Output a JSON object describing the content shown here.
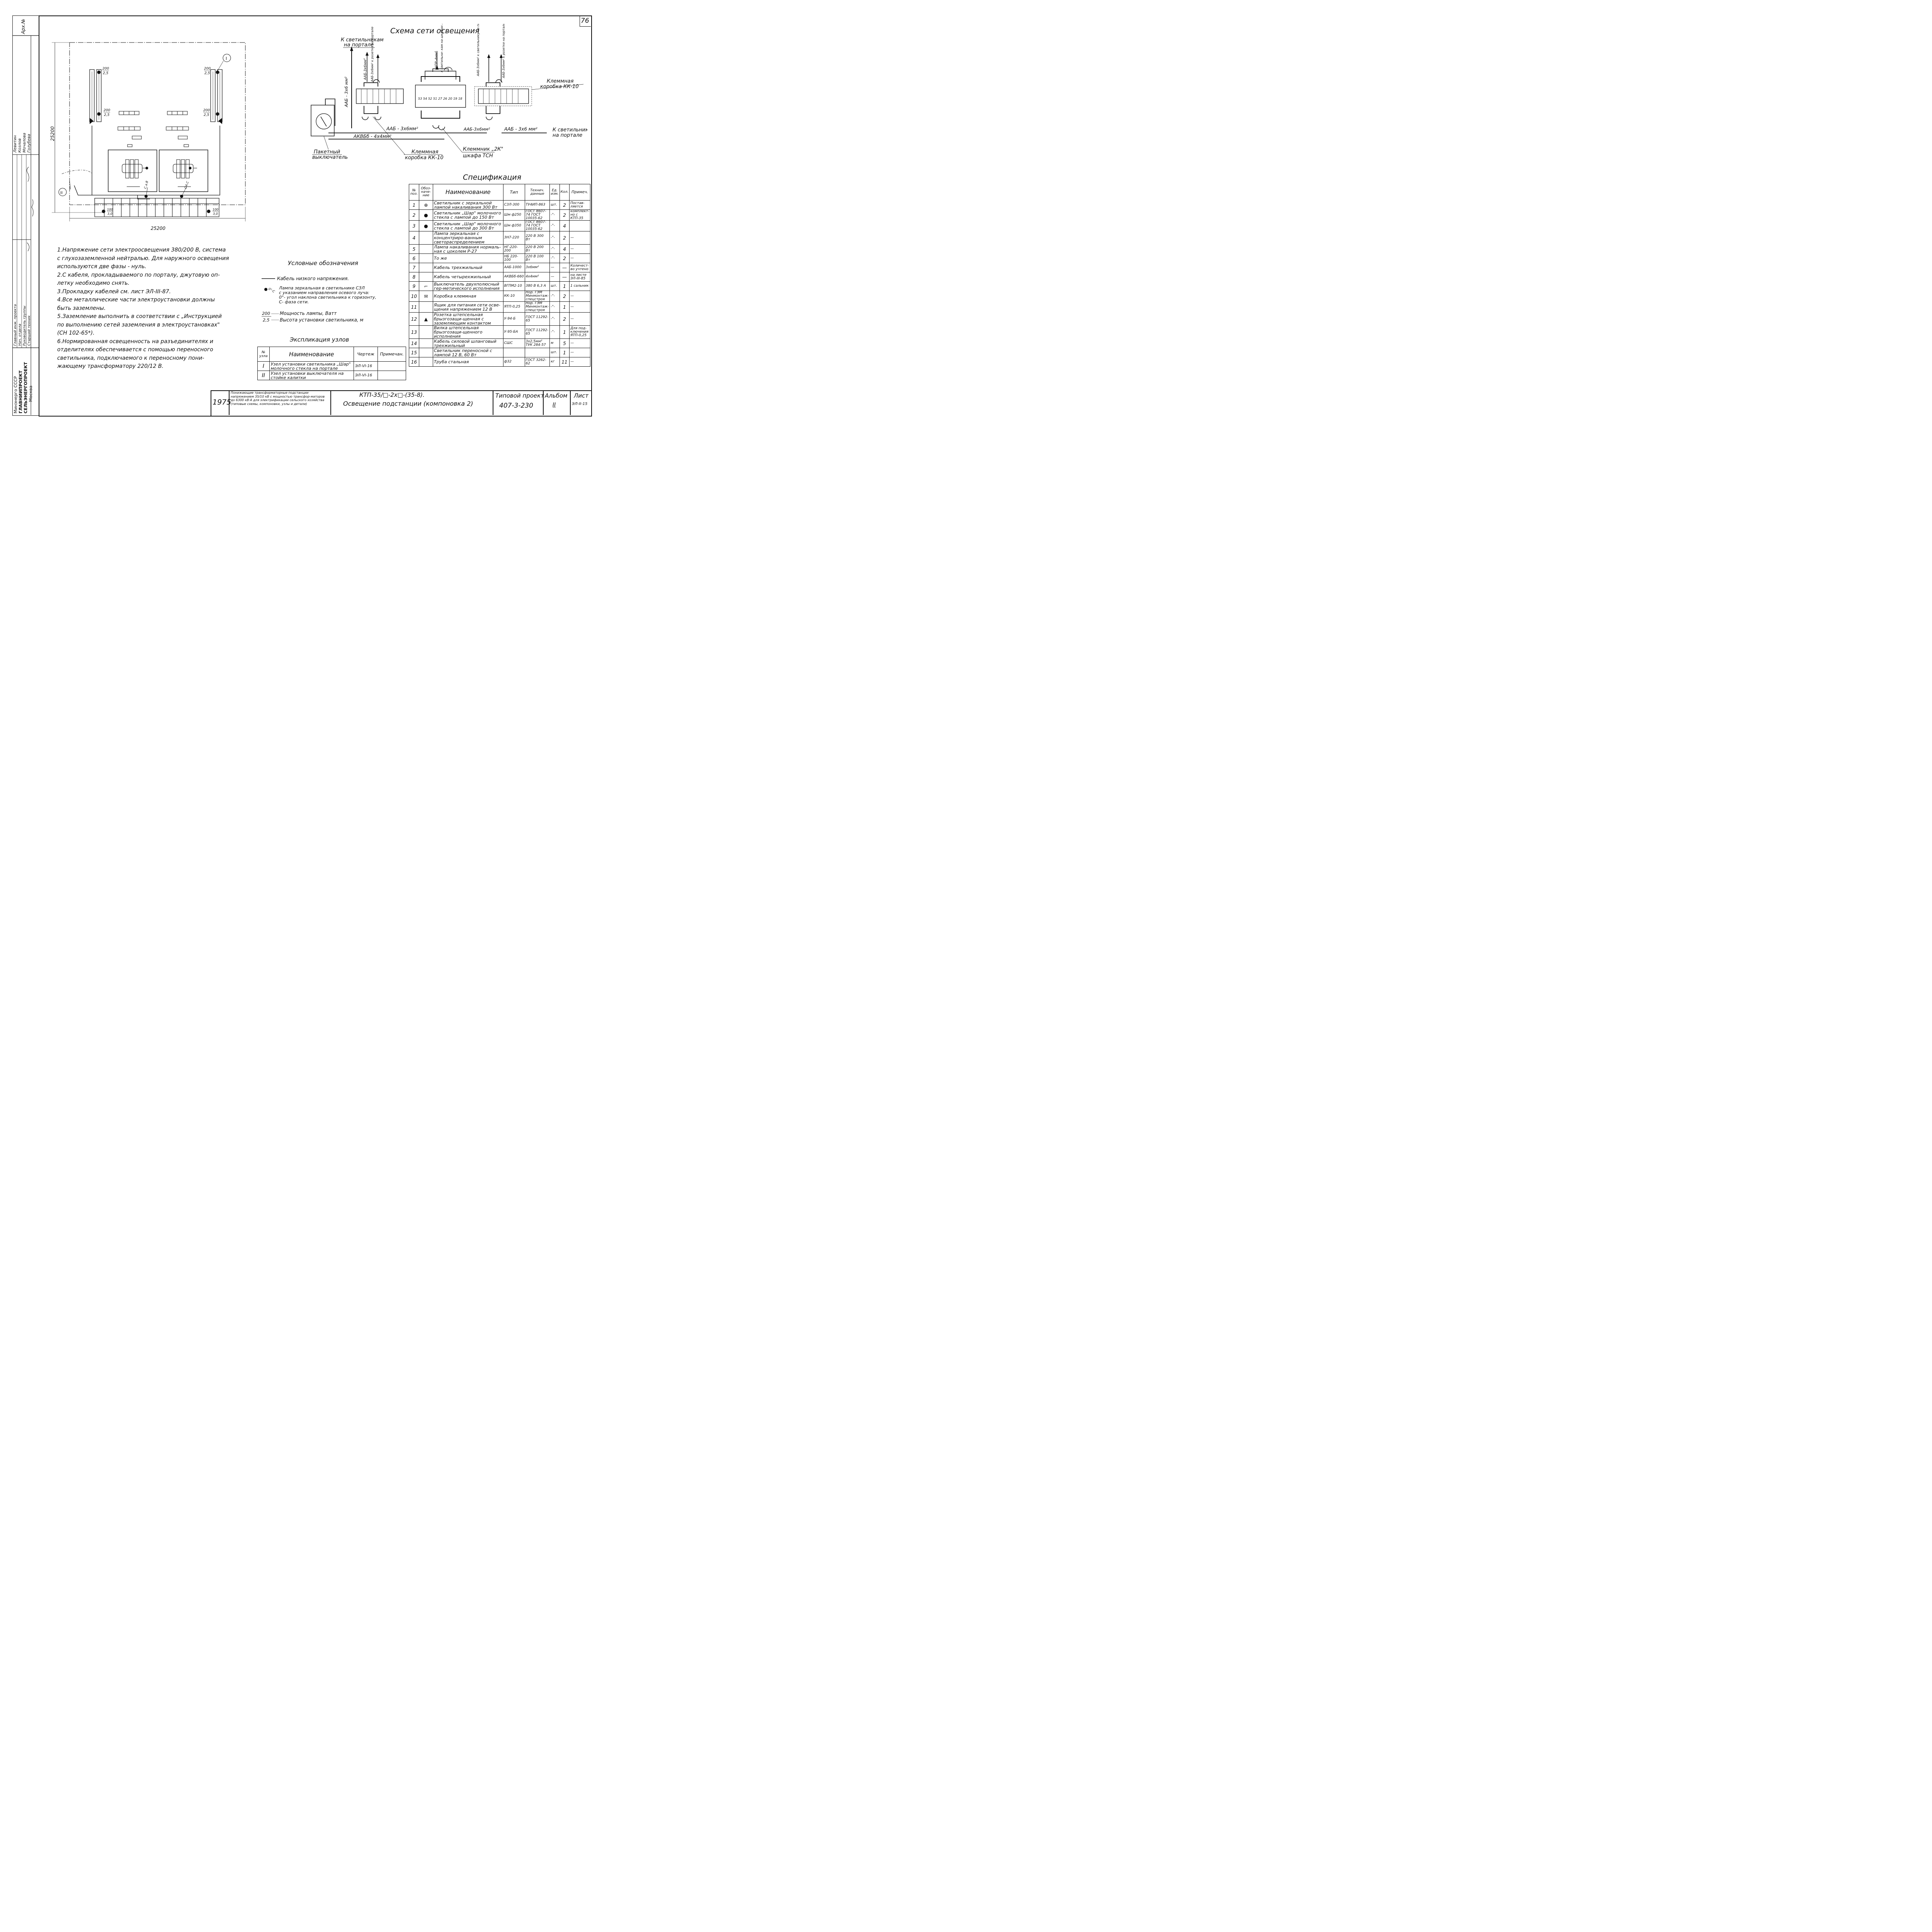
{
  "sheet_number": "76",
  "side_panel": {
    "archive_label": "Арх.№",
    "roles": [
      "Главный инж. проекта",
      "Нач. отдела",
      "Руководитель группы",
      "Старший техник"
    ],
    "names": [
      "Левитин",
      "Козлов",
      "Мочалова",
      "Голубева"
    ],
    "org": [
      "Минэнерго СССР",
      "ГЛАВНИИПРОЕКТ",
      "СЕЛЬЭНЕРГОПРОЕКТ",
      "Москва"
    ]
  },
  "plan": {
    "dim_horizontal": "25200",
    "dim_vertical": "25200",
    "node_1": "I",
    "node_2": "II",
    "lamp_labels": [
      {
        "power": "200",
        "height": "2,5"
      },
      {
        "power": "200",
        "height": "2,5"
      },
      {
        "power": "200",
        "height": "2,5"
      },
      {
        "power": "200",
        "height": "2,5"
      },
      {
        "power": "100",
        "height": "3,0"
      },
      {
        "power": "100",
        "height": "3,0"
      }
    ],
    "phase_marks": [
      "С.а.В",
      "ОА.С"
    ]
  },
  "notes": [
    "1.Напряжение сети электроосвещения 380/200 В, система",
    "с глухозаземленной нейтралью. Для наружного освещения",
    "используются две фазы - нуль.",
    "2.С кабеля, прокладываемого по порталу, джутовую оп-",
    "летку необходимо снять.",
    "3.Прокладку кабелей см. лист ЭЛ-III-87.",
    "4.Все металлические части электроустановки должны",
    "быть заземлены.",
    "5.Заземление выполнить в соответствии с „Инструкцией",
    "по выполнению сетей заземления в электроустановках\"",
    "(СН 102-65*).",
    "6.Нормированная освещенность на разъединителях и",
    "отделителях обеспечивается с помощью переносного",
    "светильника, подключаемого к переносному пони-",
    "жающему трансформатору 220/12 В."
  ],
  "scheme": {
    "title": "Схема сети освещения",
    "left_top_label": [
      "К светильникам",
      "на портале"
    ],
    "right_label": [
      "К светильнику",
      "на портале"
    ],
    "terminal_box_label": [
      "Клеммная",
      "коробка КК-10"
    ],
    "packet_switch_label": [
      "Пакетный",
      "выключатель"
    ],
    "box_kk10_label": [
      "Клеммная",
      "коробка КК-10"
    ],
    "clamp_2k_label": [
      "Клеммник „2К\"",
      "шкафа ТСН"
    ],
    "cable_main": "ААБ - 3x6 мм²",
    "cable_akvbb": "АКВБб - 4x4мм²",
    "cable_aab_mid": "ААБ - 3x6мм²",
    "cable_aab_small": "ААБ-3x6мм²",
    "cable_aab_right": "ААБ - 3x6 мм²",
    "vertical_labels": [
      "ААБ - 3x6 мм²",
      "ААБ-3x6мм²",
      "ААБ-3x6мм² к розетке на портале",
      "АПР-4мм²",
      "к светильни- кам на шкафах КРН-III-10",
      "ААБ-3x6мм² к светильнику на портале",
      "ААБ-3x6мм² к розетке на портале"
    ],
    "terminal_numbers": [
      "53",
      "54",
      "52",
      "51",
      "27",
      "26",
      "20",
      "19",
      "18"
    ]
  },
  "legend": {
    "title": "Условные обозначения",
    "cable_item": "Кабель низкого напряжения.",
    "lamp_item": [
      "Лампа зеркальная в светильнике СЗЛ",
      "с указанием направления осевого луча:",
      "0°- угол наклона светильника к горизонту,",
      "С- фаза сети."
    ],
    "lamp_symbol_text": "0°-С",
    "power_value": "200",
    "height_value": "2,5",
    "power_item": "Мощность лампы, Ватт",
    "height_item": "Высота установки светильника, м"
  },
  "nodes_table": {
    "title": "Экспликация узлов",
    "headers": [
      "№ узла",
      "Наименование",
      "Чертеж",
      "Примечан."
    ],
    "rows": [
      {
        "n": "I",
        "name": "Узел установки светильника „Шар\" молочного стекла на портале",
        "drawing": "ЭЛ-VI-16",
        "note": ""
      },
      {
        "n": "II",
        "name": "Узел установки выключателя на стойке калитки",
        "drawing": "ЭЛ-VI-16",
        "note": ""
      }
    ]
  },
  "spec": {
    "title": "Спецификация",
    "headers": [
      "№ поз.",
      "Обоз-наче-ние",
      "Наименование",
      "Тип",
      "Технич. данные",
      "Ед. изм.",
      "Кол.",
      "Примеч."
    ],
    "rows": [
      {
        "n": "1",
        "sym": "⊕",
        "name": "Светильник с зеркальной лампой накаливания 300 Вт",
        "type": "СЗЛ-300",
        "data": "ТУ4ИП-863",
        "unit": "шт.",
        "qty": "2",
        "note": "Постав-ляется"
      },
      {
        "n": "2",
        "sym": "●",
        "name": "Светильник „Шар\" молочного стекла с лампой до 150 Вт",
        "type": "Шм ф250",
        "data": "ГОСТ 8607-74 ГОСТ 10035-62",
        "unit": "-\"-",
        "qty": "2",
        "note": "комплект-но с КТП-35"
      },
      {
        "n": "3",
        "sym": "●",
        "name": "Светильник „Шар\" молочного стекла с лампой до 300 Вт",
        "type": "Шм ф350",
        "data": "ГОСТ 8607-74 ГОСТ 10035-62",
        "unit": "-\"-",
        "qty": "4",
        "note": ""
      },
      {
        "n": "4",
        "sym": "",
        "name": "Лампа зеркальная с концентриро-ванным светораспределением",
        "type": "ЗН7-220",
        "data": "220 В 300 Вт",
        "unit": "-\"-",
        "qty": "2",
        "note": "—"
      },
      {
        "n": "5",
        "sym": "",
        "name": "Лампа накаливания нормаль-ная с цоколем Р-27",
        "type": "НГ-220-200",
        "data": "220 В 200 Вт",
        "unit": "-\"-",
        "qty": "4",
        "note": "—"
      },
      {
        "n": "6",
        "sym": "",
        "name": "То же",
        "type": "НБ 220-100",
        "data": "220 В 100 Вт",
        "unit": "-\"-",
        "qty": "2",
        "note": "—"
      },
      {
        "n": "7",
        "sym": "",
        "name": "Кабель трехжильный",
        "type": "ААБ-1000",
        "data": "3x6мм²",
        "unit": "—",
        "qty": "—",
        "note": "Количест-во учтено"
      },
      {
        "n": "8",
        "sym": "",
        "name": "Кабель четырехжильный",
        "type": "АКВБб-660",
        "data": "4x4мм²",
        "unit": "—",
        "qty": "—",
        "note": "на листе ЭЛ-III-85"
      },
      {
        "n": "9",
        "sym": "⌐",
        "name": "Выключатель двухполюсный гер-метического исполнения",
        "type": "ВГПМ2-10",
        "data": "380 В 6,3 А",
        "unit": "шт.",
        "qty": "1",
        "note": "1 сальник"
      },
      {
        "n": "10",
        "sym": "✉",
        "name": "Коробка клеммная",
        "type": "КК-10",
        "data": "Нор. ГЭМ Минмонтаж-спецстроя",
        "unit": "-\"-",
        "qty": "2",
        "note": "—"
      },
      {
        "n": "11",
        "sym": "",
        "name": "Ящик для питания сети осве-щения напряжением 12 В",
        "type": "ЯТП-0,25",
        "data": "Нор. ГЭМ Минмонтаж-спецстроя",
        "unit": "-\"-",
        "qty": "1",
        "note": "—"
      },
      {
        "n": "12",
        "sym": "▲",
        "name": "Розетка штепсельная брызгозащи-щенная с заземляющим контактом",
        "type": "У-94-Б",
        "data": "ГОСТ 11292-65",
        "unit": "-\"-",
        "qty": "2",
        "note": "—"
      },
      {
        "n": "13",
        "sym": "",
        "name": "Вилка штепсельная брызгозащи-щенного исполнения",
        "type": "У-95-БА",
        "data": "ГОСТ 11292-65",
        "unit": "-\"-",
        "qty": "1",
        "note": "Для под-ключения ЯТП-0,25"
      },
      {
        "n": "14",
        "sym": "",
        "name": "Кабель силовой шланговый трехжильный",
        "type": "СШС",
        "data": "3x2,5мм² ТУК 284-57",
        "unit": "м",
        "qty": "5",
        "note": "—"
      },
      {
        "n": "15",
        "sym": "",
        "name": "Светильник переносной с лампой 12 В, 60 Вт",
        "type": "",
        "data": "",
        "unit": "шт.",
        "qty": "1",
        "note": "—"
      },
      {
        "n": "16",
        "sym": "",
        "name": "Труба стальная",
        "type": "ф32",
        "data": "ГОСТ 3262-62",
        "unit": "кг",
        "qty": "11",
        "note": "—"
      }
    ]
  },
  "stamp": {
    "year": "1975",
    "desc": "Понижающие трансформаторные подстанции напряжением 35/10 кВ с мощностью трансфор-маторов до 6300 кВ·А для электрификации сельского хозяйства (типовые схемы, компоновки, узлы и детали)",
    "code": "КТП-35/□-2x□-(35-8).",
    "title": "Освещение подстанции (компоновка 2)",
    "project_label": "Типовой проект",
    "project_number": "407-3-230",
    "album_label": "Альбом",
    "album_number": "II",
    "sheet_label": "Лист",
    "sheet_code": "ЭЛ-II-15"
  }
}
